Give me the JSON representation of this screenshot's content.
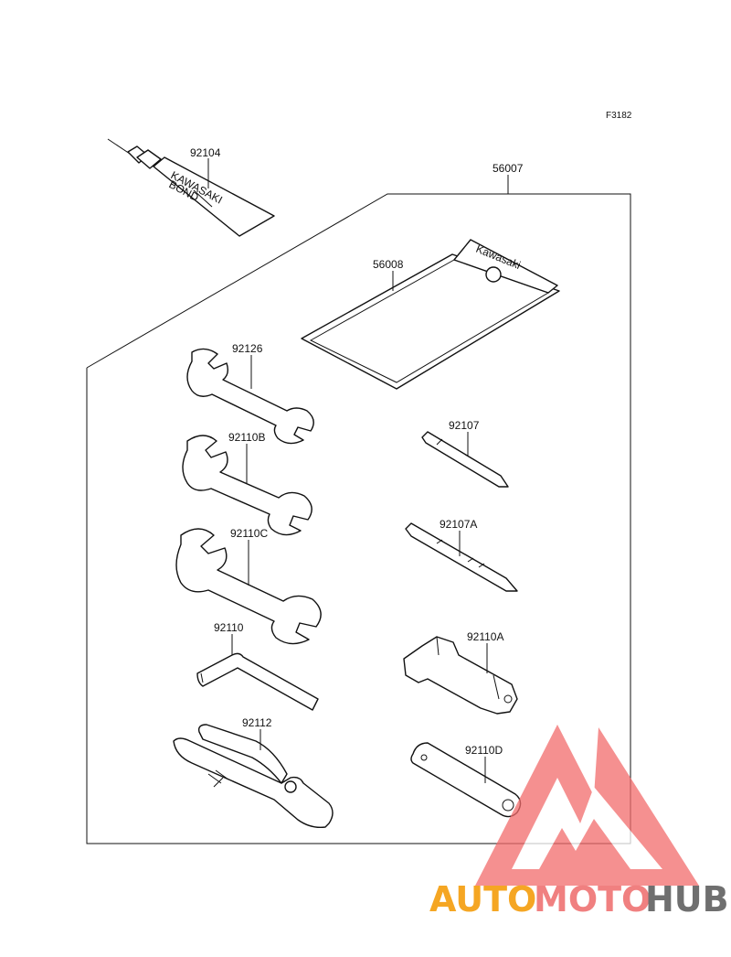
{
  "figure_ref": "F3182",
  "parts": [
    {
      "id": "p92104",
      "number": "92104"
    },
    {
      "id": "p56007",
      "number": "56007"
    },
    {
      "id": "p56008",
      "number": "56008"
    },
    {
      "id": "p92126",
      "number": "92126"
    },
    {
      "id": "p92110B",
      "number": "92110B"
    },
    {
      "id": "p92110C",
      "number": "92110C"
    },
    {
      "id": "p92110",
      "number": "92110"
    },
    {
      "id": "p92112",
      "number": "92112"
    },
    {
      "id": "p92107",
      "number": "92107"
    },
    {
      "id": "p92107A",
      "number": "92107A"
    },
    {
      "id": "p92110A",
      "number": "92110A"
    },
    {
      "id": "p92110D",
      "number": "92110D"
    }
  ],
  "tube_print": [
    "KAWASAKI",
    "BOND"
  ],
  "bag_print": "Kawasaki",
  "watermark": {
    "part1": "AUTO",
    "part2": "MOTO",
    "part3": "HUB",
    "color1": "#f5a623",
    "color2": "#f08080",
    "color3": "#6f6f6f",
    "logo_color": "#f26b6b"
  }
}
